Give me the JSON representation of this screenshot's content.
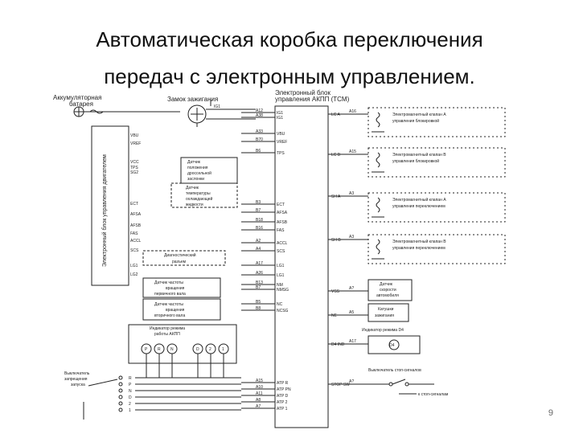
{
  "slide": {
    "title_line1": "Автоматическая коробка переключения",
    "title_line2": "передач с электронным управлением.",
    "page_number": "9"
  },
  "diagram": {
    "battery_label_1": "Аккумуляторная",
    "battery_label_2": "батарея",
    "ignition_label": "Замок зажигания",
    "ig1": "IG1",
    "tcm_label_1": "Электронный блок",
    "tcm_label_2": "управления АКПП (TCM)",
    "engine_ecu_label": "Электронный блок управления двигателем",
    "tps_label": [
      "Датчик",
      "положения",
      "дроссельной",
      "заслонки"
    ],
    "ect_label": [
      "Датчик",
      "температуры",
      "охлаждающей",
      "жидкости"
    ],
    "diag_label": [
      "Диагностический",
      "разъем"
    ],
    "input_speed_label": [
      "Датчик частоты",
      "вращения",
      "первичного вала"
    ],
    "output_speed_label": [
      "Датчик частоты",
      "вращения",
      "вторичного вала"
    ],
    "indicator_label": [
      "Индикатор режима",
      "работы АКПП"
    ],
    "indicator_letters": [
      "P",
      "R",
      "N",
      "D",
      "2",
      "1"
    ],
    "neutral_switch_label": [
      "Выключатель",
      "запрещения",
      "запуска"
    ],
    "solenoids": [
      {
        "line1": "Электромагнитный клапан A",
        "line2": "управления блокировкой"
      },
      {
        "line1": "Электромагнитный клапан B",
        "line2": "управления блокировкой"
      },
      {
        "line1": "Электромагнитный клапан A",
        "line2": "управления переключением"
      },
      {
        "line1": "Электромагнитный клапан B",
        "line2": "управления переключением"
      }
    ],
    "vss_label": [
      "Датчик",
      "скорости",
      "автомобиля"
    ],
    "coils_label": [
      "Катушки",
      "зажигания"
    ],
    "d4_indicator_label": "Индикатор режима D4",
    "d4": "D4",
    "stop_switch_label": "Выключатель стоп-сигналов",
    "stop_lamps_label": "к стоп-сигналам",
    "left_pins": [
      "VBU",
      "VREF",
      "VCC",
      "TPS",
      "SG2",
      "ECT",
      "AFSA",
      "AFSB",
      "FAS",
      "ACCL",
      "SCS",
      "LG1",
      "LG2"
    ],
    "tcm_left_pins": [
      {
        "code": "A12",
        "name": "IG1"
      },
      {
        "code": "A38",
        "name": "IG1"
      },
      {
        "code": "A33",
        "name": "VBU"
      },
      {
        "code": "B70",
        "name": "VREF"
      },
      {
        "code": "B6",
        "name": "TPS"
      },
      {
        "code": "B3",
        "name": "ECT"
      },
      {
        "code": "B7",
        "name": "AFSA"
      },
      {
        "code": "B18",
        "name": "AFSB"
      },
      {
        "code": "B16",
        "name": "FAS"
      },
      {
        "code": "A2",
        "name": "ACCL"
      },
      {
        "code": "A4",
        "name": "SCS"
      },
      {
        "code": "A17",
        "name": "LG1"
      },
      {
        "code": "A26",
        "name": "LG1"
      },
      {
        "code": "B13",
        "name": "NM"
      },
      {
        "code": "B7",
        "name": "NMSG"
      },
      {
        "code": "B5",
        "name": "NC"
      },
      {
        "code": "B8",
        "name": "NCSG"
      },
      {
        "code": "A15",
        "name": "ATP R"
      },
      {
        "code": "A10",
        "name": "ATP PN"
      },
      {
        "code": "A11",
        "name": "ATP D"
      },
      {
        "code": "A8",
        "name": "ATP 2"
      },
      {
        "code": "A7",
        "name": "ATP 1"
      }
    ],
    "tcm_right_pins": [
      {
        "name": "LC A",
        "code": "A16"
      },
      {
        "name": "LC B",
        "code": "A15"
      },
      {
        "name": "SH A",
        "code": "A3"
      },
      {
        "name": "SH B",
        "code": "A3"
      },
      {
        "name": "VSS",
        "code": "A?"
      },
      {
        "name": "NE",
        "code": "A5"
      },
      {
        "name": "D4 IND",
        "code": "A17"
      },
      {
        "name": "STOP SW",
        "code": "A?"
      }
    ],
    "switch_positions": [
      "R",
      "P",
      "N",
      "D",
      "2",
      "1"
    ]
  }
}
